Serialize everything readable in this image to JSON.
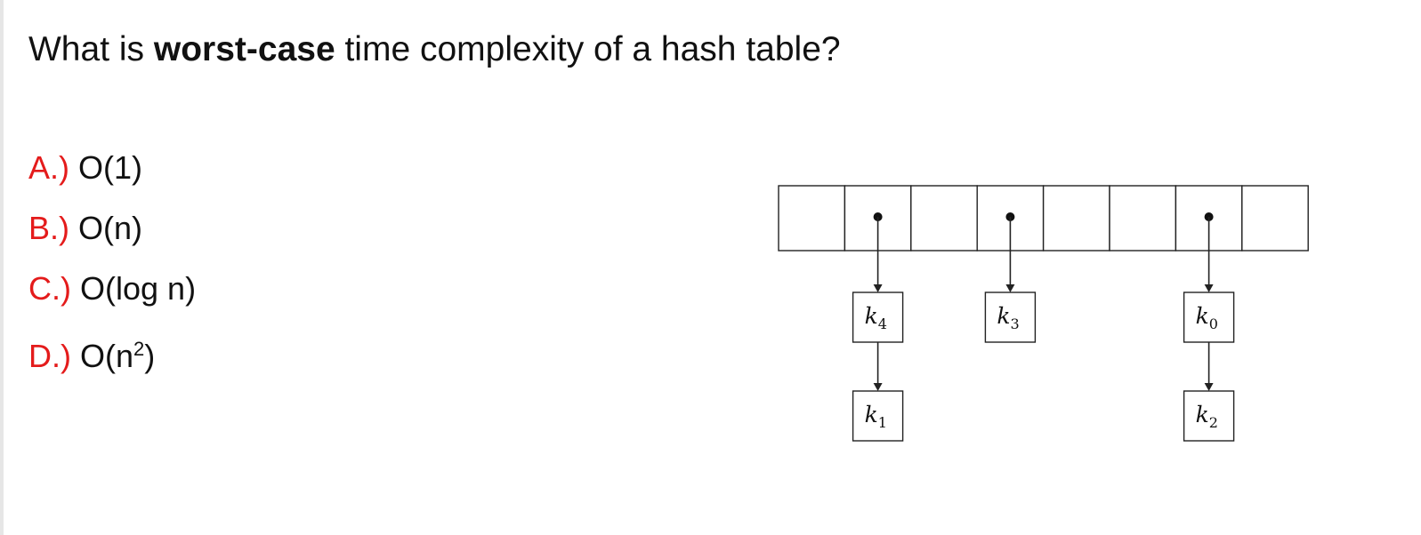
{
  "question": {
    "prefix": "What is ",
    "emphasis": "worst-case",
    "suffix": " time complexity of a hash table?"
  },
  "options": [
    {
      "letter": "A.)",
      "text": "O(1)"
    },
    {
      "letter": "B.)",
      "text": "O(n)"
    },
    {
      "letter": "C.)",
      "text": "O(log n)"
    },
    {
      "letter": "D.)",
      "text": "O(n",
      "superscript": "2",
      "closing": ")"
    }
  ],
  "diagram": {
    "slot_count": 8,
    "chains": [
      {
        "slot": 1,
        "keys": [
          {
            "base": "k",
            "sub": "4"
          },
          {
            "base": "k",
            "sub": "1"
          }
        ]
      },
      {
        "slot": 3,
        "keys": [
          {
            "base": "k",
            "sub": "3"
          }
        ]
      },
      {
        "slot": 6,
        "keys": [
          {
            "base": "k",
            "sub": "0"
          },
          {
            "base": "k",
            "sub": "2"
          }
        ]
      }
    ]
  }
}
